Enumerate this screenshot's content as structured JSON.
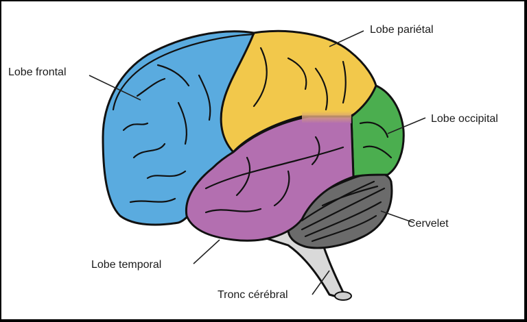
{
  "diagram": {
    "subject": "Human brain, lateral view",
    "colors": {
      "frontal": "#5aabdf",
      "parietal": "#f2c84b",
      "temporal": "#b36fb0",
      "occipital": "#4bae4f",
      "cerebellum": "#6b6b6b",
      "brainstem": "#d9d9d9",
      "outline": "#111111",
      "background": "#ffffff",
      "frame": "#000000"
    },
    "labels": {
      "frontal": "Lobe frontal",
      "parietal": "Lobe pariétal",
      "occipital": "Lobe occipital",
      "temporal": "Lobe temporal",
      "cerebellum": "Cervelet",
      "brainstem": "Tronc cérébral"
    }
  }
}
